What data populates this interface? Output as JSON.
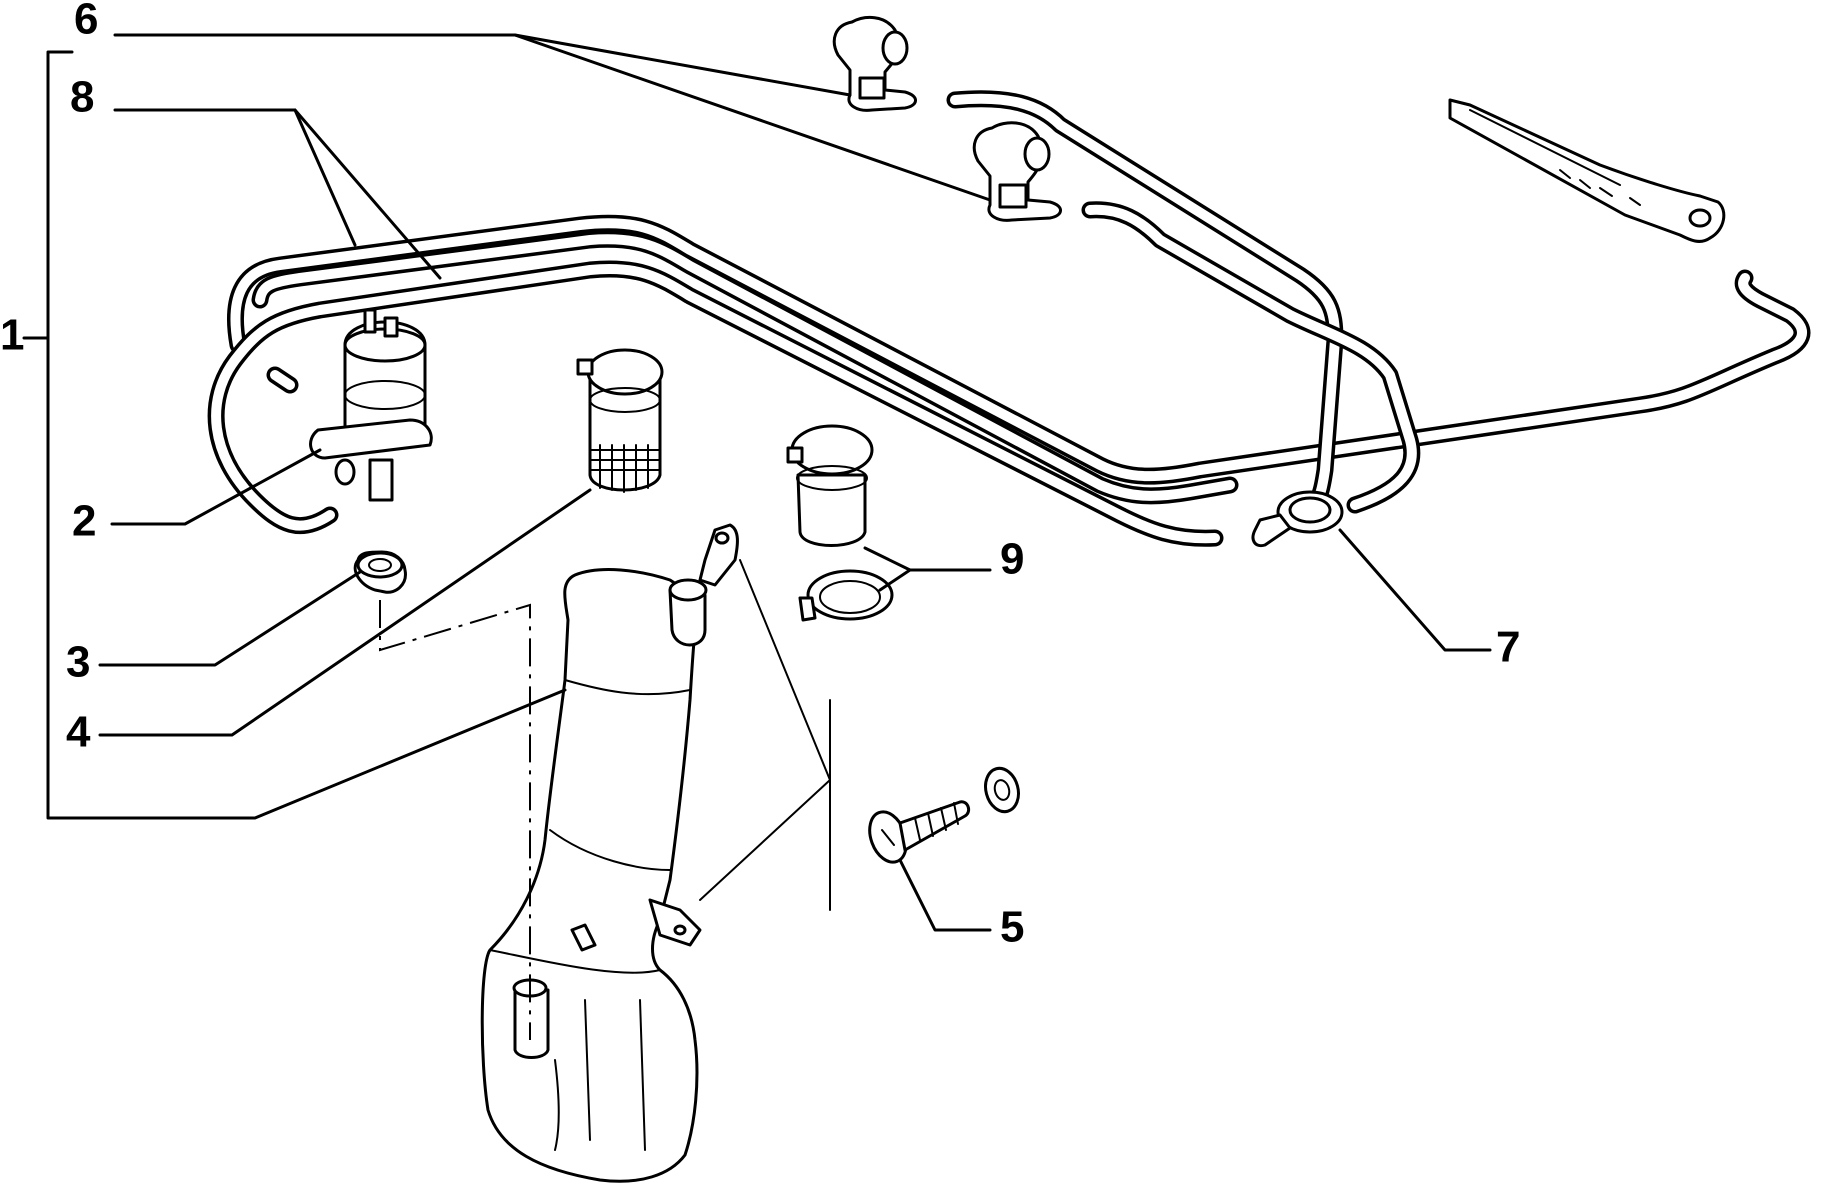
{
  "callouts": [
    {
      "id": "1",
      "text": "1"
    },
    {
      "id": "2",
      "text": "2"
    },
    {
      "id": "3",
      "text": "3"
    },
    {
      "id": "4",
      "text": "4"
    },
    {
      "id": "5",
      "text": "5"
    },
    {
      "id": "6",
      "text": "6"
    },
    {
      "id": "7",
      "text": "7"
    },
    {
      "id": "8",
      "text": "8"
    },
    {
      "id": "9",
      "text": "9"
    }
  ]
}
